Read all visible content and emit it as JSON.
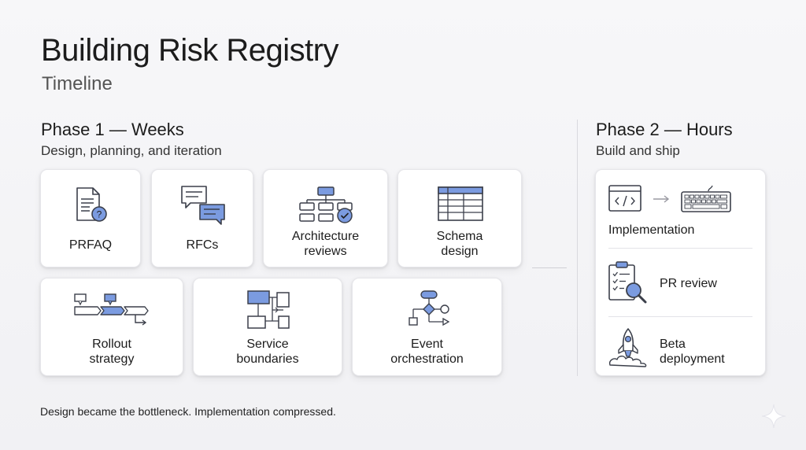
{
  "title": "Building Risk Registry",
  "subtitle": "Timeline",
  "phase1": {
    "heading": "Phase 1 — Weeks",
    "subheading": "Design, planning, and iteration",
    "cards": [
      {
        "line1": "PRFAQ",
        "line2": "",
        "icon": "document-question-icon"
      },
      {
        "line1": "RFCs",
        "line2": "",
        "icon": "chat-bubbles-icon"
      },
      {
        "line1": "Architecture",
        "line2": "reviews",
        "icon": "org-chart-check-icon"
      },
      {
        "line1": "Schema",
        "line2": "design",
        "icon": "table-grid-icon"
      },
      {
        "line1": "Rollout",
        "line2": "strategy",
        "icon": "timeline-arrows-icon"
      },
      {
        "line1": "Service",
        "line2": "boundaries",
        "icon": "service-blocks-icon"
      },
      {
        "line1": "Event",
        "line2": "orchestration",
        "icon": "flowchart-icon"
      }
    ]
  },
  "phase2": {
    "heading": "Phase 2 — Hours",
    "subheading": "Build and ship",
    "items": [
      {
        "label": "Implementation",
        "line2": "",
        "icon": "code-to-keyboard-icon"
      },
      {
        "label": "PR review",
        "line2": "",
        "icon": "clipboard-magnifier-icon"
      },
      {
        "label": "Beta",
        "line2": "deployment",
        "icon": "rocket-icon"
      }
    ]
  },
  "footer": "Design became the bottleneck. Implementation compressed.",
  "colors": {
    "accent": "#7b9be0",
    "stroke": "#3b3f4a",
    "icon_fill": "#ffffff"
  }
}
